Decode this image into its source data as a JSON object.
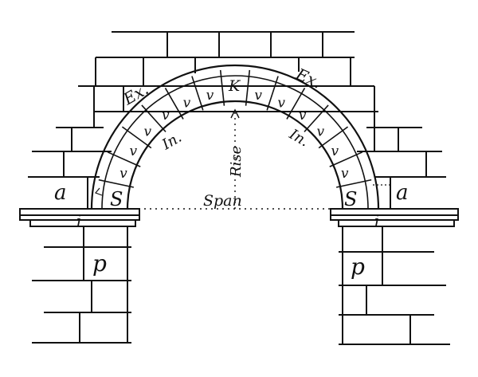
{
  "labels": {
    "extrados_left": "Ex.",
    "extrados_right": "Ex.",
    "intrados_left": "In.",
    "intrados_right": "In.",
    "keystone": "K",
    "voussoir": "v",
    "springer_left": "S",
    "springer_right": "S",
    "abutment_left": "a",
    "abutment_right": "a",
    "impost_left": "i",
    "impost_right": "i",
    "pier_left": "p",
    "pier_right": "p",
    "rise": "Rise",
    "span": "Span"
  }
}
